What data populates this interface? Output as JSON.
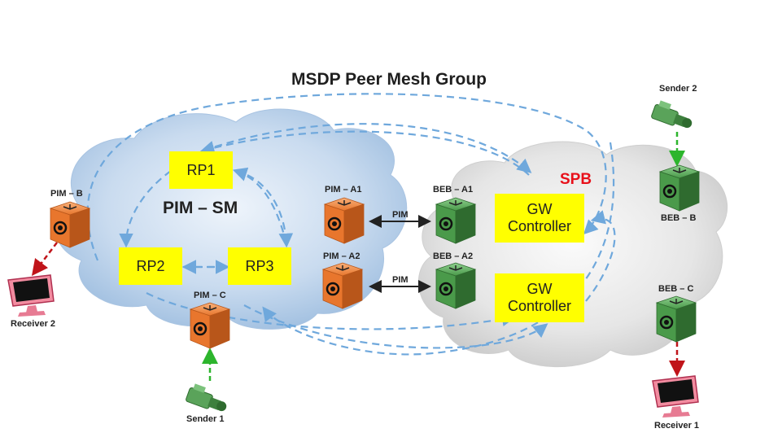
{
  "title": "MSDP Peer Mesh Group",
  "clouds": [
    {
      "id": "pim-sm",
      "label": "PIM – SM"
    },
    {
      "id": "spb",
      "label": "SPB",
      "label_color": "#e8101a"
    }
  ],
  "rendezvous_points": [
    {
      "id": "rp1",
      "label": "RP1"
    },
    {
      "id": "rp2",
      "label": "RP2"
    },
    {
      "id": "rp3",
      "label": "RP3"
    }
  ],
  "gateway_controllers": [
    {
      "id": "gw1",
      "line1": "GW",
      "line2": "Controller"
    },
    {
      "id": "gw2",
      "line1": "GW",
      "line2": "Controller"
    }
  ],
  "routers": [
    {
      "id": "pim-b",
      "label": "PIM – B",
      "kind": "pim",
      "color": "#e8762d"
    },
    {
      "id": "pim-c",
      "label": "PIM – C",
      "kind": "pim",
      "color": "#e8762d"
    },
    {
      "id": "pim-a1",
      "label": "PIM – A1",
      "kind": "pim",
      "color": "#e8762d"
    },
    {
      "id": "pim-a2",
      "label": "PIM – A2",
      "kind": "pim",
      "color": "#e8762d"
    },
    {
      "id": "beb-a1",
      "label": "BEB – A1",
      "kind": "beb",
      "color": "#4a9a4a"
    },
    {
      "id": "beb-a2",
      "label": "BEB – A2",
      "kind": "beb",
      "color": "#4a9a4a"
    },
    {
      "id": "beb-b",
      "label": "BEB – B",
      "kind": "beb",
      "color": "#4a9a4a"
    },
    {
      "id": "beb-c",
      "label": "BEB – C",
      "kind": "beb",
      "color": "#4a9a4a"
    }
  ],
  "links": [
    {
      "from": "pim-a1",
      "to": "beb-a1",
      "label": "PIM"
    },
    {
      "from": "pim-a2",
      "to": "beb-a2",
      "label": "PIM"
    }
  ],
  "senders": [
    {
      "id": "sender-1",
      "label": "Sender 1"
    },
    {
      "id": "sender-2",
      "label": "Sender 2"
    }
  ],
  "receivers": [
    {
      "id": "receiver-1",
      "label": "Receiver 1"
    },
    {
      "id": "receiver-2",
      "label": "Receiver 2"
    }
  ],
  "colors": {
    "msdp_dash": "#6fa8dc",
    "sender_arrow": "#2db52d",
    "receiver_arrow": "#c0141a",
    "rp_box": "#ffff00"
  }
}
